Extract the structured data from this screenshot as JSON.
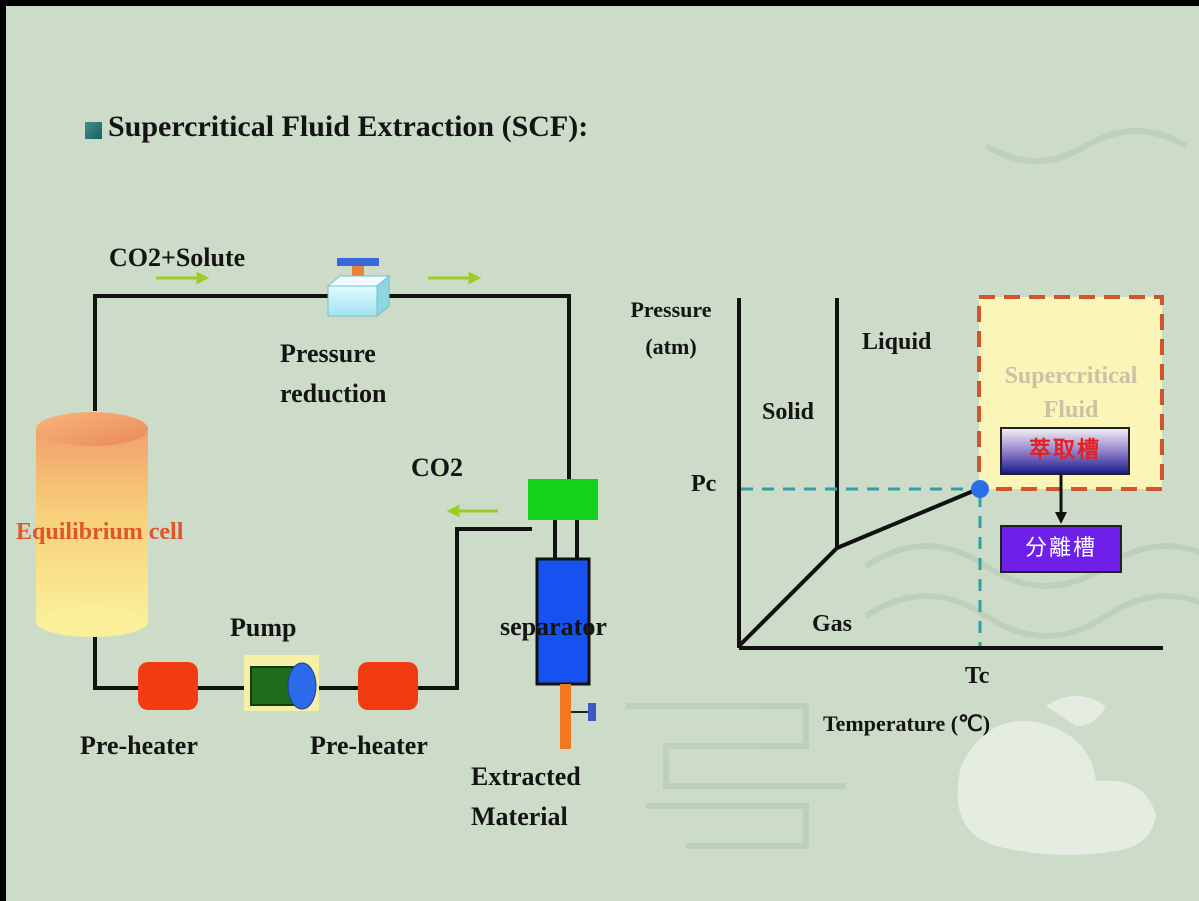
{
  "title": "Supercritical Fluid Extraction  (SCF):",
  "flow": {
    "co2_solute": "CO2+Solute",
    "pressure_reduction": [
      "Pressure",
      "reduction"
    ],
    "co2": "CO2",
    "equilibrium_cell": "Equilibrium cell",
    "pump": "Pump",
    "preheater_left": "Pre-heater",
    "preheater_right": "Pre-heater",
    "separator": "separator",
    "extracted_material": [
      "Extracted",
      "Material"
    ]
  },
  "phase_diagram": {
    "ylabel": [
      "Pressure",
      "(atm)"
    ],
    "xlabel": "Temperature (℃)",
    "pc": "Pc",
    "tc": "Tc",
    "solid": "Solid",
    "liquid": "Liquid",
    "gas": "Gas",
    "supercritical": [
      "Supercritical",
      "Fluid"
    ],
    "extraction_tank": "萃取槽",
    "separation_tank": "分離槽"
  },
  "colors": {
    "background": "#cddcc8",
    "accent_red": "#e0552a",
    "heater": "#f03c10",
    "separator_top": "#14d21c",
    "separator_body": "#1652f0",
    "supercritical_fill": "#fbf6b8",
    "supercritical_border": "#d0542c",
    "critical_point": "#2a6ee8",
    "dashed_line": "#2fa0a4"
  }
}
